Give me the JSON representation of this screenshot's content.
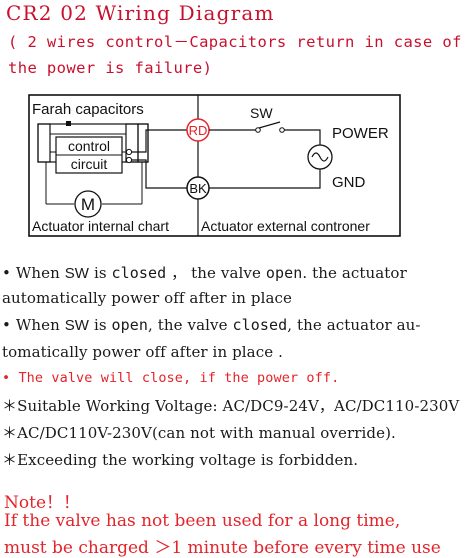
{
  "header": {
    "title": "CR2 02 Wiring Diagram",
    "subtitle_line1": "( 2 wires control－Capacitors return in case of",
    "subtitle_line2": "the power is failure)"
  },
  "diagram": {
    "capacitor_label": "Farah capacitors",
    "control_label": "control",
    "circuit_label": "circuit",
    "motor_label": "M",
    "rd_label": "RD",
    "bk_label": "BK",
    "sw_label": "SW",
    "power_label": "POWER",
    "gnd_label": "GND",
    "internal_caption": "Actuator internal chart",
    "external_caption": "Actuator external controner"
  },
  "description": {
    "line1": {
      "a": "• When ",
      "b": "SW",
      "c": " is ",
      "d": "closed",
      "e": " ， the valve ",
      "f": "open",
      "g": ". the actuator"
    },
    "line2": "automatically power off after in place",
    "line3": {
      "a": "• When ",
      "b": "SW",
      "c": " is ",
      "d": "open",
      "e": ", the valve ",
      "f": "closed",
      "g": ", the actuator au-"
    },
    "line4": "tomatically power off after in place .",
    "line5": "• The valve will close, if the power off.",
    "line6": "＊Suitable Working Voltage: AC/DC9-24V，AC/DC110-230V",
    "line7": "＊AC/DC110V-230V(can not with manual override).",
    "line8": "＊Exceeding the working voltage is forbidden."
  },
  "note": {
    "heading": "Note！！",
    "line1": "If the valve has not been used for a long time,",
    "line2": "must be charged ＞1 minute before every time use"
  },
  "colors": {
    "red": "#e3242b",
    "title_red": "#c8102e",
    "line": "#111111"
  }
}
